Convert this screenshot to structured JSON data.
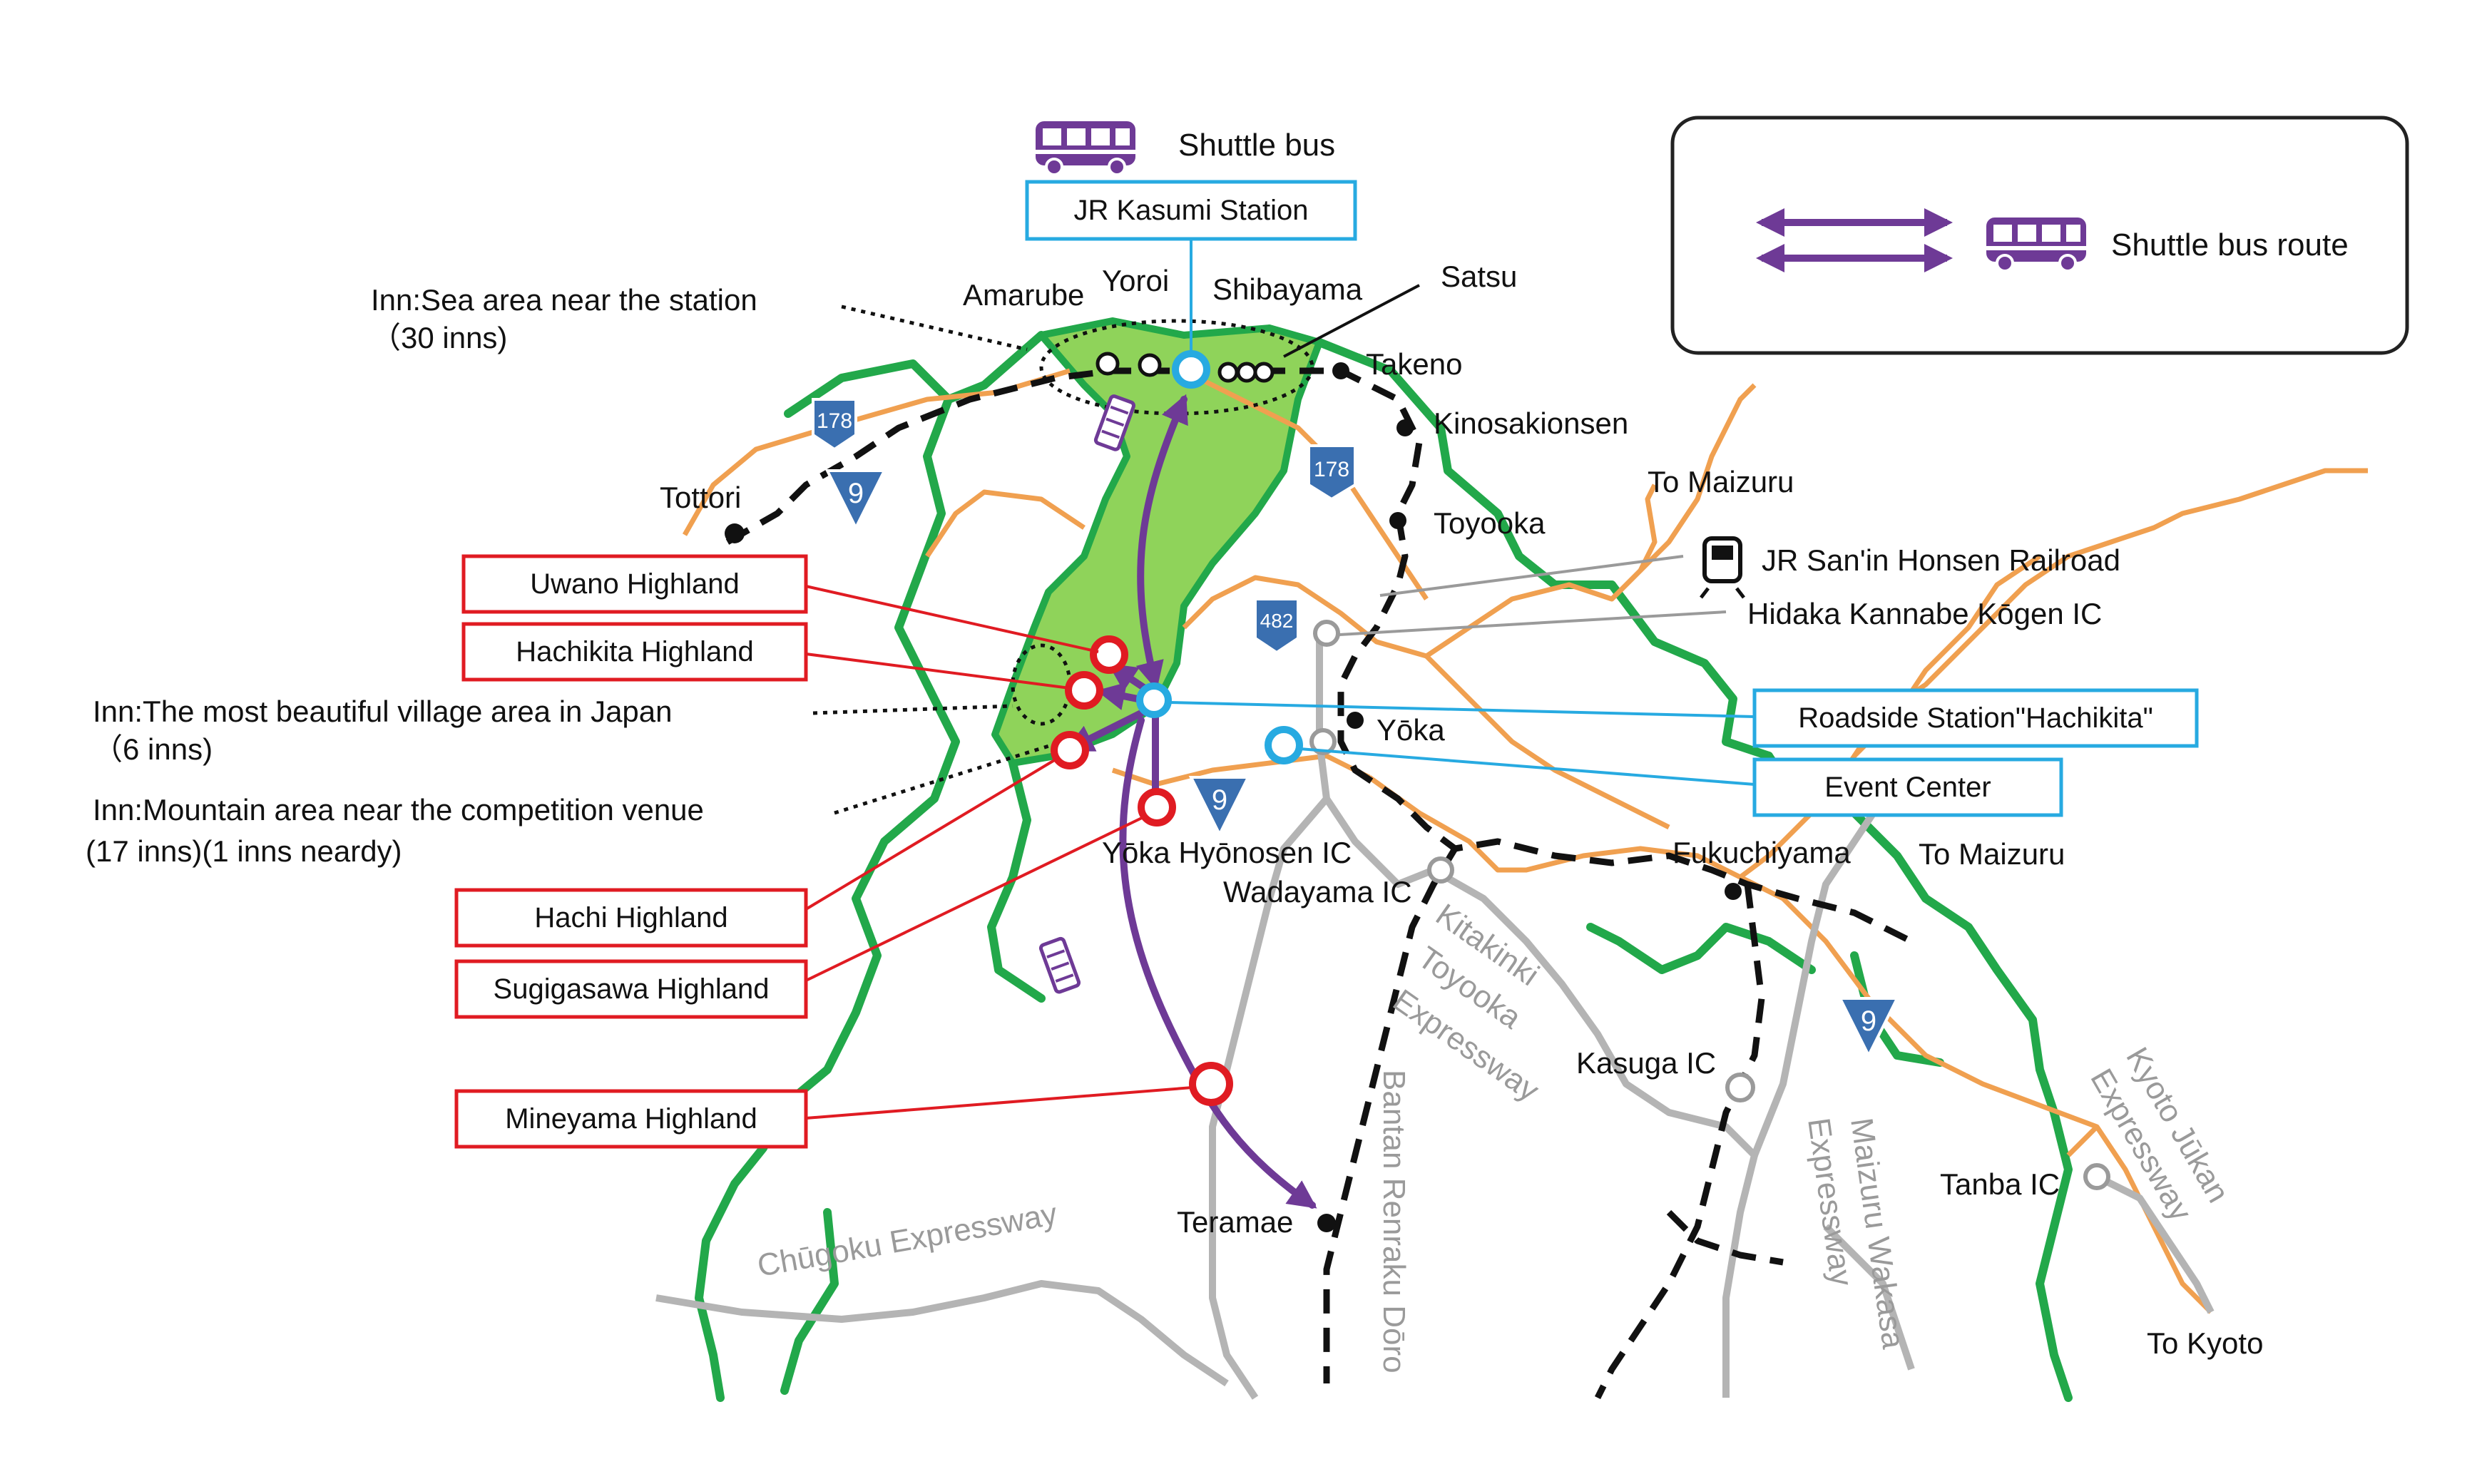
{
  "colors": {
    "coast": "#22a84a",
    "region_fill": "#8fd35a",
    "road": "#f0a050",
    "expressway": "#b4b4b4",
    "railway": "#111111",
    "shuttle": "#6e3a96",
    "highland": "#e01b22",
    "station": "#27aae1",
    "route_shield": "#3a6fb0"
  },
  "legend": {
    "shuttle_bus_route": "Shuttle bus route",
    "shuttle_bus": "Shuttle bus"
  },
  "station_boxes": {
    "jr_kasumi": "JR Kasumi Station",
    "roadside_station": "Roadside Station\"Hachikita\"",
    "event_center": "Event Center"
  },
  "highlands": [
    "Uwano Highland",
    "Hachikita Highland",
    "Hachi Highland",
    "Sugigasawa Highland",
    "Mineyama Highland"
  ],
  "inn_notes": {
    "sea": [
      "Inn:Sea area near the station",
      "（30 inns)"
    ],
    "village": [
      "Inn:The most beautiful village area in Japan",
      "（6 inns)"
    ],
    "mountain": [
      "Inn:Mountain area near the competition venue",
      "(17 inns)(1 inns neardy)"
    ]
  },
  "places": {
    "amarube": "Amarube",
    "yoroi": "Yoroi",
    "shibayama": "Shibayama",
    "satsu": "Satsu",
    "takeno": "Takeno",
    "kinosakionsen": "Kinosakionsen",
    "toyooka": "Toyooka",
    "to_maizuru_1": "To Maizuru",
    "jr_sanin": "JR San'in Honsen Railroad",
    "hidaka_ic": "Hidaka Kannabe Kōgen IC",
    "yoka": "Yōka",
    "tottori": "Tottori",
    "yoka_ic": "Yōka Hyōnosen IC",
    "wadayama_ic": "Wadayama IC",
    "fukuchiyama": "Fukuchiyama",
    "to_maizuru_2": "To Maizuru",
    "kasuga_ic": "Kasuga IC",
    "tanba_ic": "Tanba IC",
    "teramae": "Teramae",
    "to_kyoto": "To Kyoto"
  },
  "roads": {
    "kitakinki": [
      "Kitakinki",
      "Toyooka",
      "Expressway"
    ],
    "bantan": "Bantan Renraku Dōro",
    "chugoku": "Chūgoku Expressway",
    "maizuru_wakasa": [
      "Maizuru Wakasa",
      "Expressway"
    ],
    "kyoto_jukan": [
      "Kyoto Jūkan",
      "Expressway"
    ]
  },
  "route_numbers": {
    "r178a": "178",
    "r178b": "178",
    "r9a": "9",
    "r482": "482",
    "r9b": "9",
    "r9c": "9"
  },
  "icons": [
    "bus-icon",
    "train-icon",
    "route-shield-icon"
  ]
}
